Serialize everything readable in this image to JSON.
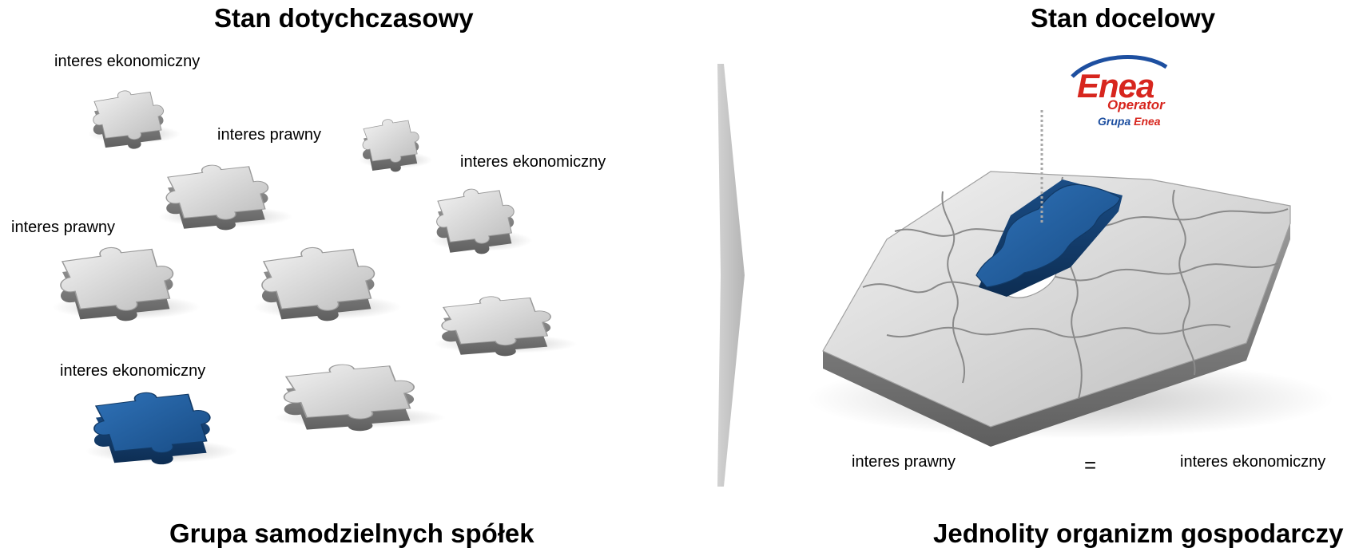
{
  "left": {
    "title": "Stan dotychczasowy",
    "footer": "Grupa samodzielnych spółek",
    "labels": [
      "interes ekonomiczny",
      "interes prawny",
      "interes ekonomiczny",
      "interes prawny",
      "interes ekonomiczny"
    ]
  },
  "right": {
    "title": "Stan docelowy",
    "footer": "Jednolity organizm gospodarczy",
    "label_legal": "interes prawny",
    "equals": "=",
    "label_economic": "interes ekonomiczny",
    "logo": {
      "brand": "Enea",
      "subtitle": "Operator",
      "group_prefix": "Grupa ",
      "group_brand": "Enea"
    }
  },
  "colors": {
    "piece_gray": "#d9d9d9",
    "piece_side": "#8c8c8c",
    "piece_blue": "#1f5a99",
    "piece_blue_side": "#123a66",
    "arrow": "#c8c8c8",
    "logo_red": "#d7261e",
    "logo_blue": "#1d4fa0"
  }
}
